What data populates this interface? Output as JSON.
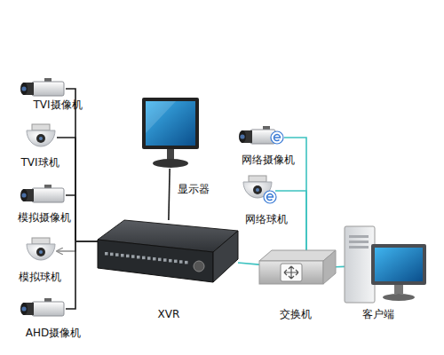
{
  "diagram": {
    "nodes": [
      {
        "text": [
          "TVI摄像机"
        ]
      },
      {
        "text": [
          "TVI球机"
        ]
      },
      {
        "text": [
          "模拟摄像机"
        ]
      },
      {
        "text": [
          "模拟球机"
        ]
      },
      {
        "text": [
          "AHD摄像机"
        ]
      },
      {
        "text": [
          "显示器"
        ]
      },
      {
        "text": [
          "XVR"
        ]
      },
      {
        "text": [
          "网络摄像机"
        ]
      },
      {
        "text": [
          "网络球机"
        ]
      },
      {
        "text": [
          "交换机"
        ]
      },
      {
        "text": [
          "客户端"
        ]
      }
    ],
    "edges": [
      {
        "from": 0,
        "to": 6,
        "arrow": "none"
      },
      {
        "from": 1,
        "to": 6,
        "arrow": "none"
      },
      {
        "from": 2,
        "to": 6,
        "arrow": "none"
      },
      {
        "from": 6,
        "to": 3,
        "arrow": "to"
      },
      {
        "from": 4,
        "to": 6,
        "arrow": "none"
      },
      {
        "from": 6,
        "to": 5,
        "arrow": "none"
      },
      {
        "from": 7,
        "to": 9,
        "arrow": "none"
      },
      {
        "from": 8,
        "to": 9,
        "arrow": "none"
      },
      {
        "from": 6,
        "to": 9,
        "arrow": "none"
      },
      {
        "from": 9,
        "to": 10,
        "arrow": "none"
      }
    ]
  }
}
